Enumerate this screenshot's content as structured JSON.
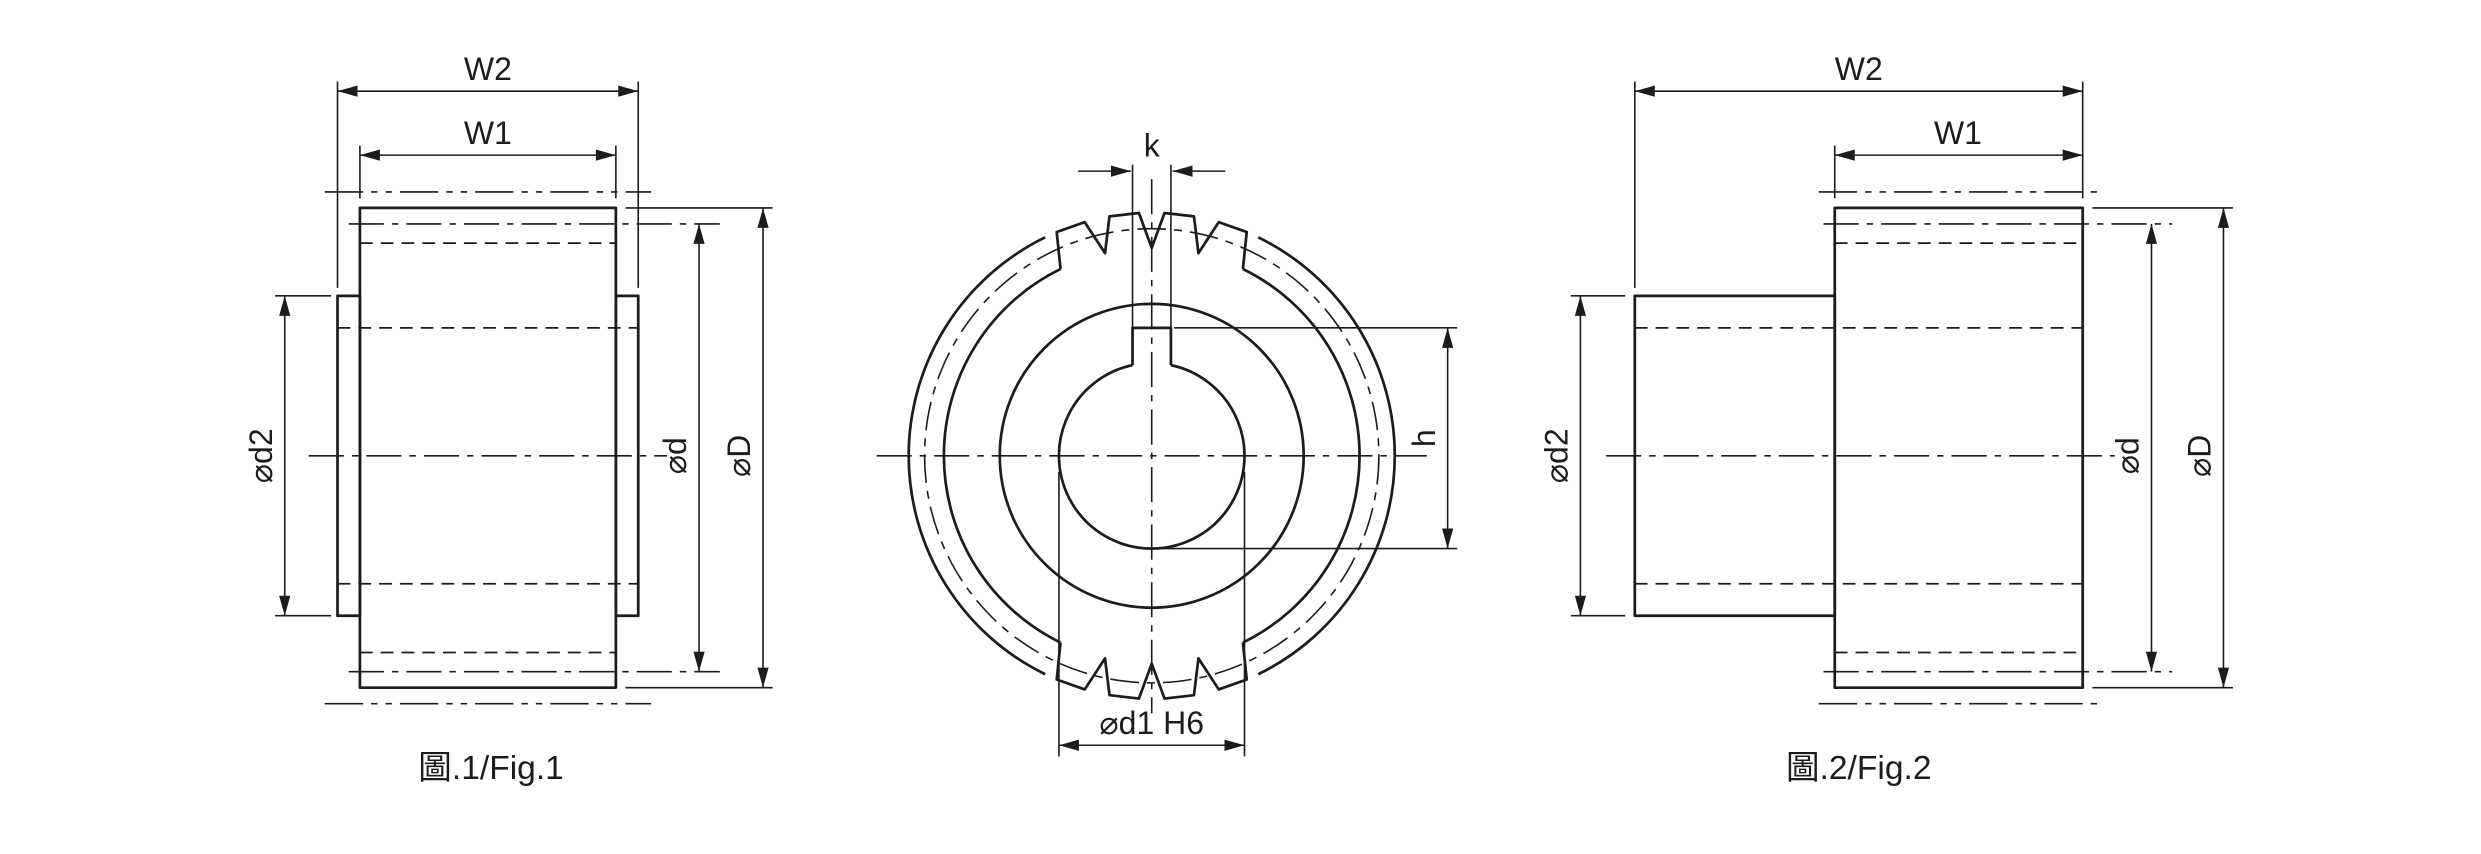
{
  "drawing": {
    "background": "#ffffff",
    "line_color": "#1c1c1c"
  },
  "figure1": {
    "caption": "圖.1/Fig.1",
    "dim_w2": "W2",
    "dim_w1": "W1",
    "dim_d2": "⌀d2",
    "dim_d": "⌀d",
    "dim_D": "⌀D"
  },
  "front_view": {
    "dim_k": "k",
    "dim_h": "h",
    "dim_d1": "⌀d1 H6"
  },
  "figure2": {
    "caption": "圖.2/Fig.2",
    "dim_w2": "W2",
    "dim_w1": "W1",
    "dim_d2": "⌀d2",
    "dim_d": "⌀d",
    "dim_D": "⌀D"
  }
}
